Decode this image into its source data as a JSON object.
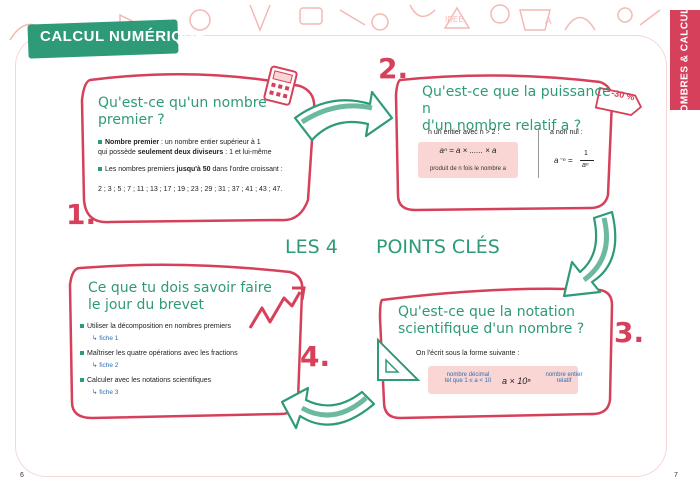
{
  "header": {
    "section_title": "CALCUL NUMÉRIQUE",
    "side_tab": "NOMBRES & CALCULS"
  },
  "doodle_labels": {
    "idee": "IDEE",
    "a": "A"
  },
  "badge": {
    "discount": "-30 %"
  },
  "block1": {
    "number": "1.",
    "title_line1": "Qu'est-ce qu'un nombre",
    "title_line2": "premier ?",
    "def_bold": "Nombre premier",
    "def_rest1": " : un nombre entier supérieur à 1",
    "def_line2_a": "qui possède ",
    "def_line2_bold": "seulement deux diviseurs",
    "def_line2_b": " : 1 et lui-même",
    "list_intro_a": "Les nombres premiers ",
    "list_intro_bold": "jusqu'à 50",
    "list_intro_b": " dans l'ordre croissant :",
    "primes": "2 ; 3 ; 5 ; 7 ; 11 ; 13 ; 17 ; 19 ; 23 ; 29 ; 31 ; 37 ; 41 ; 43 ; 47."
  },
  "block2": {
    "number": "2.",
    "title_line1": "Qu'est-ce que la puissance n",
    "title_line2": "d'un nombre relatif a ?",
    "case1_label": "n un entier avec n > 2 :",
    "case1_formula": "aⁿ = a × ...... × a",
    "case1_note": "produit de n fois le nombre a",
    "case2_label": "a non nul :",
    "case2_formula_left": "a⁻ⁿ =",
    "case2_num": "1",
    "case2_den": "aⁿ"
  },
  "center": {
    "part1": "LES 4",
    "part2": "POINTS CLÉS"
  },
  "block3": {
    "number": "3.",
    "title_line1": "Qu'est-ce que la notation",
    "title_line2": "scientifique d'un nombre ?",
    "intro": "On l'écrit sous la forme suivante :",
    "left_note_line1": "nombre décimal",
    "left_note_line2": "tel que 1 ≤ a < 10",
    "formula": "a × 10ⁿ",
    "right_note_line1": "nombre entier",
    "right_note_line2": "relatif"
  },
  "block4": {
    "number": "4.",
    "title_line1": "Ce que tu dois savoir faire",
    "title_line2": "le jour du brevet",
    "items": [
      {
        "text": "Utiliser la décomposition en nombres premiers",
        "fiche": "fiche 1"
      },
      {
        "text": "Maîtriser les quatre opérations avec les fractions",
        "fiche": "fiche 2"
      },
      {
        "text": "Calculer avec les notations scientifiques",
        "fiche": "fiche 3"
      }
    ]
  },
  "footer": {
    "page_left": "6",
    "page_right": "7"
  },
  "colors": {
    "accent_green": "#2e9a78",
    "accent_red": "#d6405a",
    "pink_fill": "#f9d6d3",
    "fiche_blue": "#2e6fb0"
  }
}
